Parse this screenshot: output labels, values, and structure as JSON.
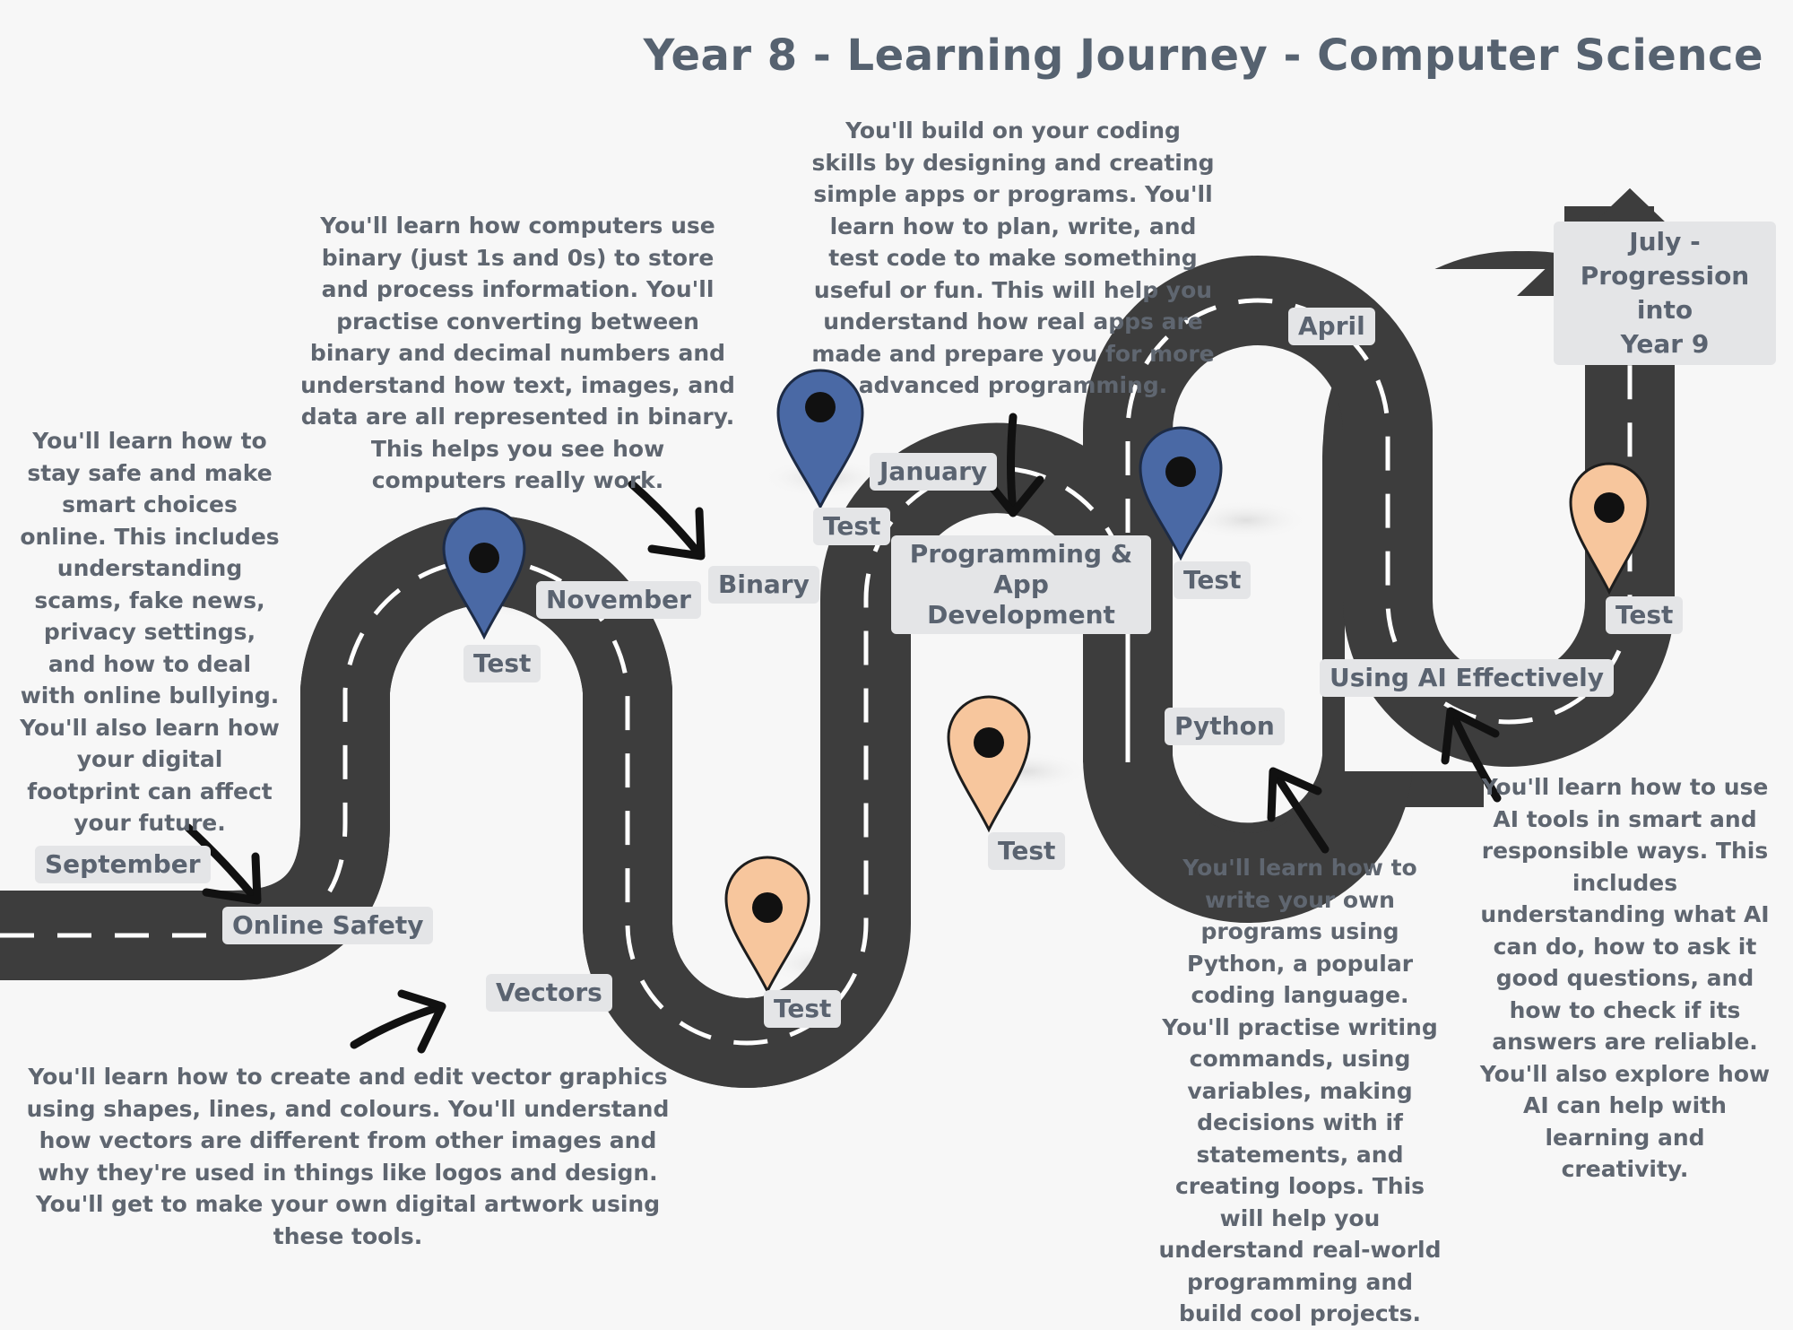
{
  "title": "Year 8 - Learning Journey - Computer Science",
  "colors": {
    "road": "#3d3d3d",
    "road_dash": "#ffffff",
    "pin_blue": "#4a69a5",
    "pin_orange": "#f7c69d",
    "label_bg": "#e4e5e7",
    "text": "#5f6670",
    "title": "#566270"
  },
  "icons": {
    "pin": "map-pin-icon",
    "arrow": "curved-arrow-icon",
    "road_arrow": "road-arrow-head-icon"
  },
  "labels": {
    "september": "September",
    "online_safety": "Online Safety",
    "november": "November",
    "test_1": "Test",
    "vectors": "Vectors",
    "test_2": "Test",
    "binary": "Binary",
    "test_3": "Test",
    "january": "January",
    "programming_line1": "Programming & App",
    "programming_line2": "Development",
    "test_4": "Test",
    "python": "Python",
    "test_5": "Test",
    "april": "April",
    "using_ai": "Using AI Effectively",
    "test_6": "Test",
    "july_line1": "July -",
    "july_line2": "Progression into",
    "july_line3": "Year 9"
  },
  "descriptions": {
    "online_safety": "You'll learn how to stay safe and make smart choices online. This includes understanding scams, fake news, privacy settings, and how to deal with online bullying. You'll also learn how your digital footprint can affect your future.",
    "binary": "You'll learn how computers use binary (just 1s and 0s) to store and process information. You'll practise converting between binary and decimal numbers and understand how text, images, and data are all represented in binary. This helps you see how computers really work.",
    "programming": "You'll build on your coding skills by designing and creating simple apps or programs. You'll learn how to plan, write, and test code to make something useful or fun. This will help you understand how real apps are made and prepare you for more advanced programming.",
    "vectors": "You'll learn how to create and edit vector graphics using shapes, lines, and colours. You'll understand how vectors are different from other images and why they're used in things like logos and design. You'll get to make your own digital artwork using these tools.",
    "python": "You'll learn how to write your own programs using Python, a popular coding language. You'll practise writing commands, using variables, making decisions with if statements, and creating loops. This will help you understand real-world programming and build cool projects.",
    "ai": "You'll learn how to use AI tools in smart and responsible ways. This includes understanding what AI can do, how to ask it good questions, and how to check if its answers are reliable. You'll also explore how AI can help with learning and creativity."
  }
}
